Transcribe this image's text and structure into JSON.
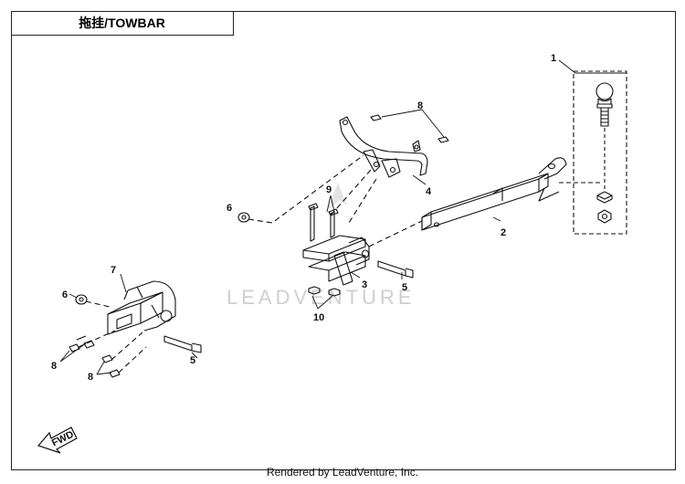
{
  "title": "拖挂/TOWBAR",
  "watermark": "LEADVENTURE",
  "footer": "Rendered by LeadVenture, Inc.",
  "fwd_label": "FWD",
  "callouts": [
    "1",
    "2",
    "3",
    "4",
    "5",
    "5",
    "6",
    "6",
    "7",
    "8",
    "8",
    "8",
    "9",
    "10"
  ]
}
